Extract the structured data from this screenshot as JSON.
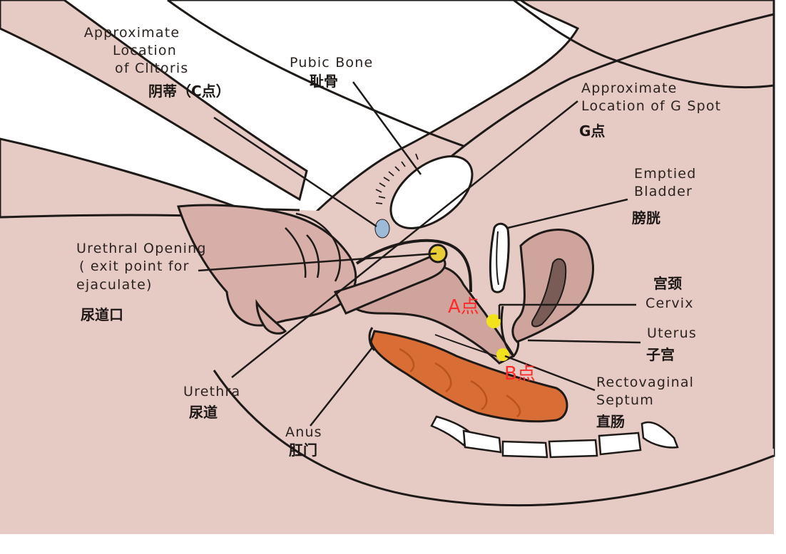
{
  "colors": {
    "skin": "#e6cbc5",
    "skin_dark": "#d7afa8",
    "inner": "#cfa49d",
    "outline": "#1e1a18",
    "rectum": "#d86d35",
    "rectum_dark": "#b9541f",
    "clitoris_marker": "#9dbbd9",
    "g_spot_marker": "#e8cc38",
    "ab_marker": "#f2e21b",
    "red_label": "#ff2a2a",
    "bone": "#ffffff",
    "cervix_dark": "#7a5c57"
  },
  "labels": {
    "clitoris": {
      "en_line1": "Approximate",
      "en_line2": "Location",
      "en_line3": "of Clitoris",
      "zh": "阴蒂（C点）"
    },
    "pubic_bone": {
      "en": "Pubic Bone",
      "zh": "耻骨"
    },
    "g_spot": {
      "en_line1": "Approximate",
      "en_line2": "Location of G Spot",
      "zh": "G点"
    },
    "bladder": {
      "en_line1": "Emptied",
      "en_line2": "Bladder",
      "zh": "膀胱"
    },
    "urethral_opening": {
      "en_line1": "Urethral Opening",
      "en_line2": "( exit point for",
      "en_line3": "ejaculate)",
      "zh": "尿道口"
    },
    "cervix": {
      "zh": "宫颈",
      "en": "Cervix"
    },
    "uterus": {
      "en": "Uterus",
      "zh": "子宫"
    },
    "rectovaginal": {
      "en_line1": "Rectovaginal",
      "en_line2": "Septum",
      "zh": "直肠"
    },
    "urethra": {
      "en": "Urethra",
      "zh": "尿道"
    },
    "anus": {
      "en": "Anus",
      "zh": "肛门"
    },
    "a_spot": "A点",
    "b_spot": "B点"
  }
}
